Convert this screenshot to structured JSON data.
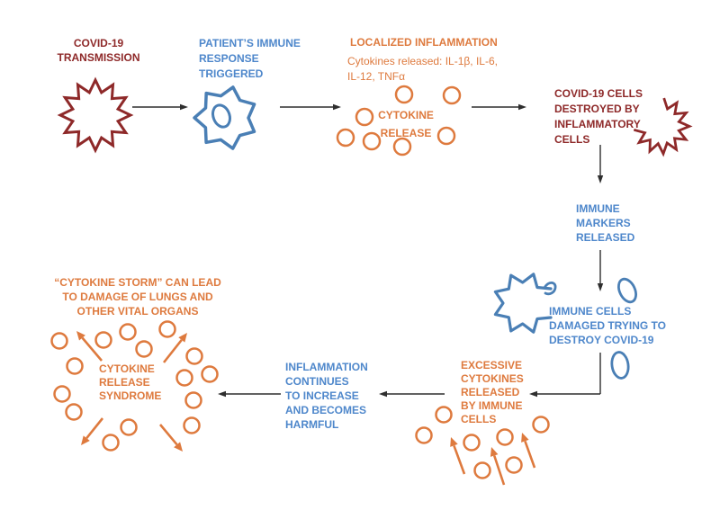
{
  "title": "COVID-19 cytokine storm progression diagram",
  "colors": {
    "dark_red": "#8e2929",
    "blue_text": "#4e87cb",
    "blue_icon": "#4a7fb5",
    "orange": "#de7a3e",
    "arrow_black": "#2e2e2e"
  },
  "nodes": {
    "covid_transmission": {
      "lines": [
        "COVID-19",
        "TRANSMISSION"
      ]
    },
    "immune_response": {
      "lines": [
        "PATIENT’S IMMUNE",
        "RESPONSE",
        "TRIGGERED"
      ]
    },
    "localized_inflammation": {
      "title": "LOCALIZED INFLAMMATION",
      "subtitle_lines": [
        "Cytokines released: IL-1β, IL-6,",
        "IL-12, TNFα"
      ]
    },
    "cytokine_release": {
      "lines": [
        "CYTOKINE",
        "RELEASE"
      ]
    },
    "covid_cells_destroyed": {
      "lines": [
        "COVID-19 CELLS",
        "DESTROYED BY",
        "INFLAMMATORY",
        "CELLS"
      ]
    },
    "immune_markers": {
      "lines": [
        "IMMUNE",
        "MARKERS",
        "RELEASED"
      ]
    },
    "immune_cells_damaged": {
      "lines": [
        "IMMUNE CELLS",
        "DAMAGED TRYING TO",
        "DESTROY COVID-19"
      ]
    },
    "excessive_cytokines": {
      "lines": [
        "EXCESSIVE",
        "CYTOKINES",
        "RELEASED",
        "BY IMMUNE",
        "CELLS"
      ]
    },
    "inflammation_continues": {
      "lines": [
        "INFLAMMATION",
        "CONTINUES",
        "TO INCREASE",
        "AND BECOMES",
        "HARMFUL"
      ]
    },
    "cytokine_storm_caption": {
      "lines": [
        "“CYTOKINE STORM” CAN LEAD",
        "TO DAMAGE OF LUNGS AND",
        "OTHER VITAL ORGANS"
      ]
    },
    "cytokine_release_syndrome": {
      "lines": [
        "CYTOKINE",
        "RELEASE",
        "SYNDROME"
      ]
    }
  },
  "icons": [
    {
      "name": "coronavirus-icon",
      "shape": "spiked-circle-outline",
      "color": "#8e2929"
    },
    {
      "name": "immune-cell-icon",
      "shape": "gear-cell-with-nucleus-outline",
      "color": "#4a7fb5"
    },
    {
      "name": "cytokine-circle-icon",
      "shape": "small-circle-outline",
      "color": "#de7a3e"
    },
    {
      "name": "destroyed-coronavirus-icon",
      "shape": "broken-spiked-circle-outline",
      "color": "#8e2929"
    },
    {
      "name": "damaged-immune-cell-icon",
      "shape": "broken-gear-cell-outline",
      "color": "#4a7fb5"
    },
    {
      "name": "cell-fragment-oval-icon",
      "shape": "small-oval-outline",
      "color": "#4a7fb5"
    }
  ]
}
